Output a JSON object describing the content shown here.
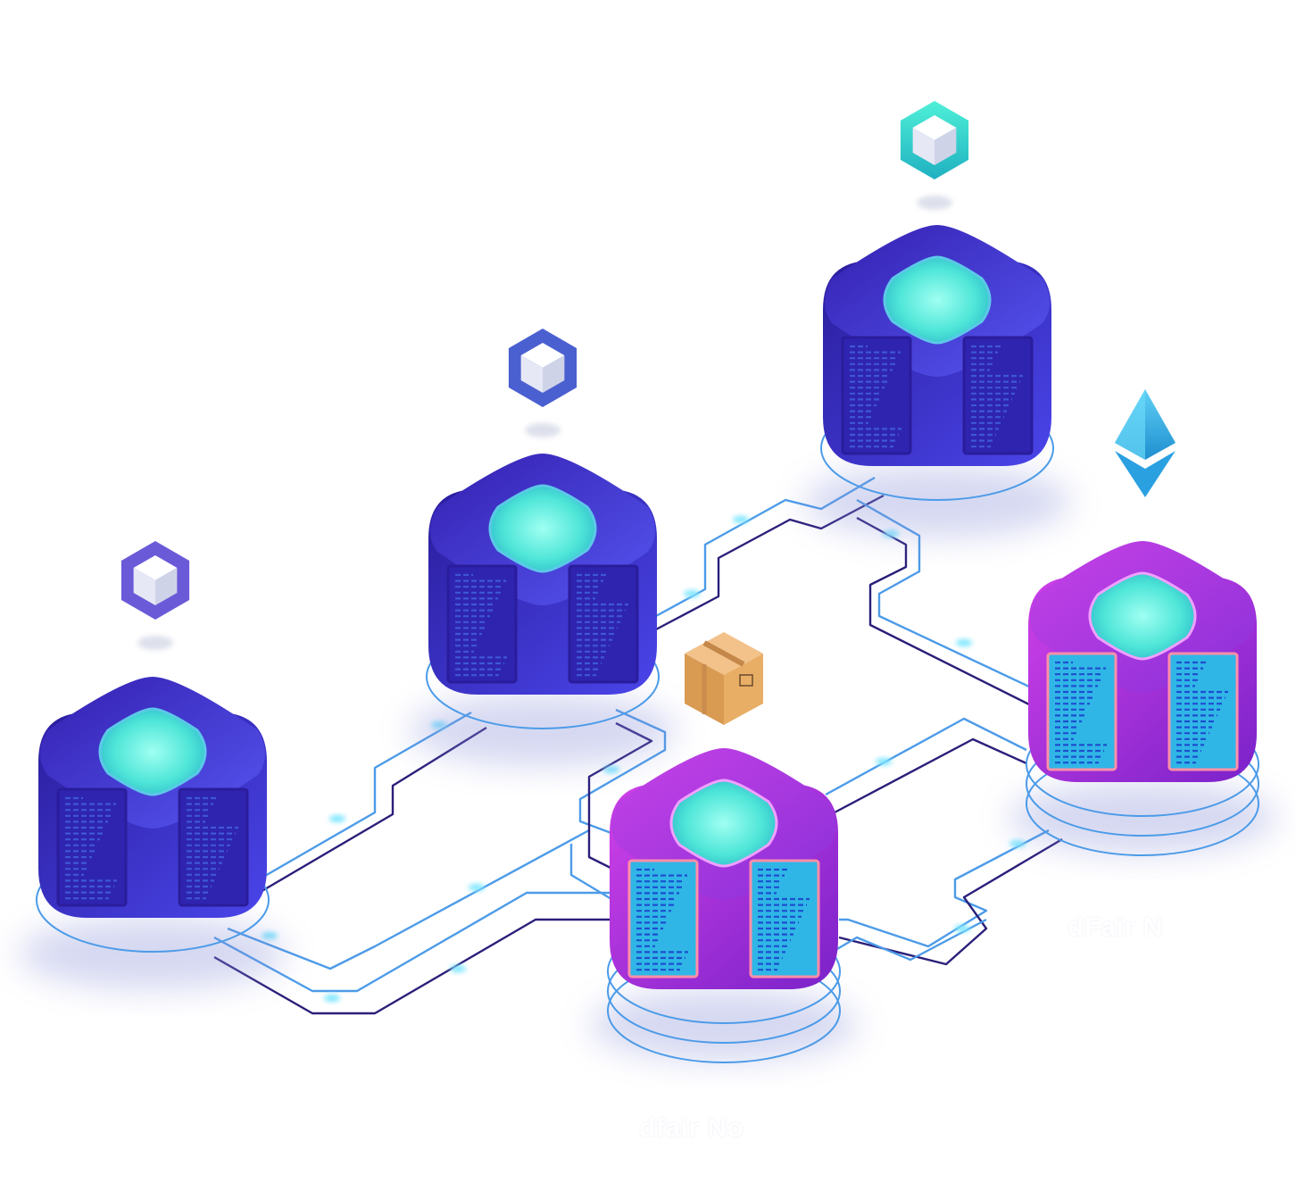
{
  "labels": {
    "right": "dFair N",
    "bottom": "dfair No"
  },
  "colors": {
    "background": "#ffffff",
    "wire_light": "#4c9be8",
    "wire_dark": "#2a1f7a",
    "pulse": "#7fe6ff",
    "server_blue_light": "#4a45ea",
    "server_blue_dark": "#2a1d9c",
    "server_pink_light": "#d040e8",
    "server_pink_dark": "#7a22c9",
    "screen_glow": "#6ff6e6",
    "panel_text": "#3e57d6",
    "panel_text_pink": "#44ccee",
    "box_brown": "#d99a52",
    "eth_blue": "#3ab5ea"
  },
  "nodes": [
    {
      "name": "server-left",
      "variant": "blue",
      "token": "cube-token-purple"
    },
    {
      "name": "server-mid",
      "variant": "blue",
      "token": "cube-token-blue"
    },
    {
      "name": "server-top",
      "variant": "blue",
      "token": "cube-token-teal"
    },
    {
      "name": "server-pink-center",
      "variant": "pink",
      "token": "package-box"
    },
    {
      "name": "server-pink-right",
      "variant": "pink",
      "token": "ethereum-logo"
    }
  ]
}
